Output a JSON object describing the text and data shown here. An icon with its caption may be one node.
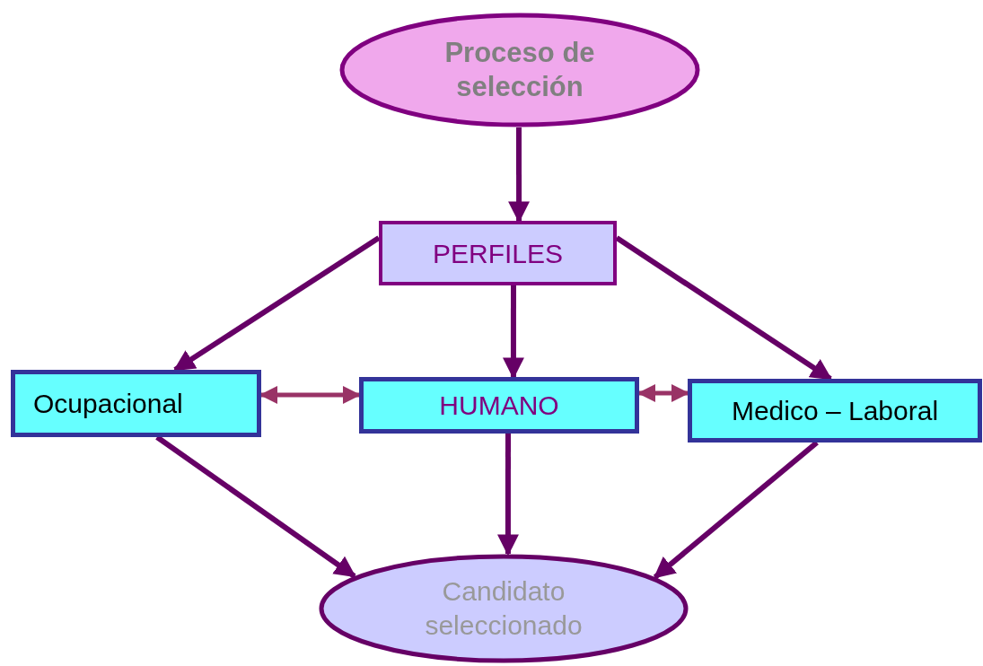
{
  "diagram": {
    "nodes": [
      {
        "text": [
          "Proceso de selección"
        ]
      },
      {
        "text": [
          "PERFILES"
        ]
      },
      {
        "text": [
          "Ocupacional"
        ]
      },
      {
        "text": [
          "HUMANO"
        ]
      },
      {
        "text": [
          "Medico – Laboral"
        ]
      },
      {
        "text": [
          "Candidato seleccionado"
        ]
      }
    ],
    "edges": [
      {
        "from": 0,
        "to": 1,
        "arrow": "to"
      },
      {
        "from": 1,
        "to": 2,
        "arrow": "to"
      },
      {
        "from": 1,
        "to": 3,
        "arrow": "to"
      },
      {
        "from": 1,
        "to": 4,
        "arrow": "to"
      },
      {
        "from": 2,
        "to": 3,
        "arrow": "both",
        "color": "#993366"
      },
      {
        "from": 3,
        "to": 4,
        "arrow": "both",
        "color": "#993366"
      },
      {
        "from": 2,
        "to": 5,
        "arrow": "to"
      },
      {
        "from": 3,
        "to": 5,
        "arrow": "to"
      },
      {
        "from": 4,
        "to": 5,
        "arrow": "to"
      }
    ]
  }
}
